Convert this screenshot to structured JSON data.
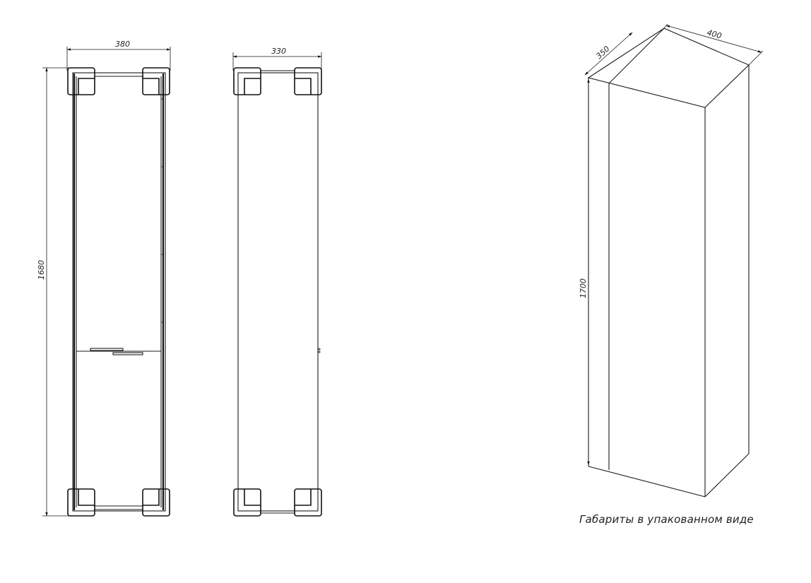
{
  "dimensions": {
    "front_width": "380",
    "front_height": "1680",
    "side_depth": "330",
    "package_depth": "350",
    "package_width": "400",
    "package_height": "1700"
  },
  "caption": "Габариты в упакованном виде"
}
